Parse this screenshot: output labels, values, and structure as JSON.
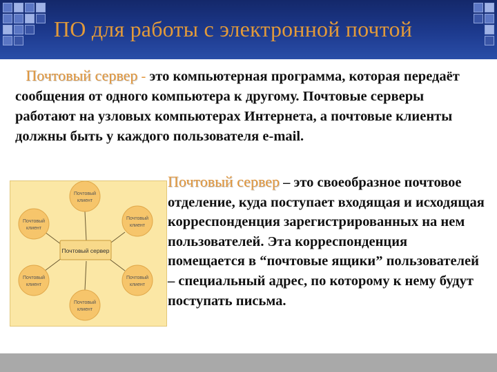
{
  "slide": {
    "title": "ПО для работы с электронной почтой",
    "para1": {
      "term": "Почтовый сервер",
      "dash": " - ",
      "text": "это компьютерная программа, которая передаёт сообщения от одного компьютера к другому. Почтовые серверы работают на узловых компьютерах Интернета, а почтовые клиенты должны быть у каждого пользователя e-mail."
    },
    "para2": {
      "term": "Почтовый сервер",
      "text": " – это своеобразное почтовое отделение, куда поступает входящая и исходящая корреспонденция зарегистрированных на нем пользователей. Эта корреспонденция помещается в “почтовые ящики” пользователей – специальный адрес, по которому к нему будут поступать письма."
    }
  },
  "diagram": {
    "center_label": "Почтовый сервер",
    "clients": [
      {
        "line1": "Почтовый",
        "line2": "клиент"
      },
      {
        "line1": "Почтовый",
        "line2": "клиент"
      },
      {
        "line1": "Почтовый",
        "line2": "клиент"
      },
      {
        "line1": "Почтовый",
        "line2": "клиент"
      },
      {
        "line1": "Почтовый",
        "line2": "клиент"
      },
      {
        "line1": "Почтовый",
        "line2": "клиент"
      }
    ]
  }
}
